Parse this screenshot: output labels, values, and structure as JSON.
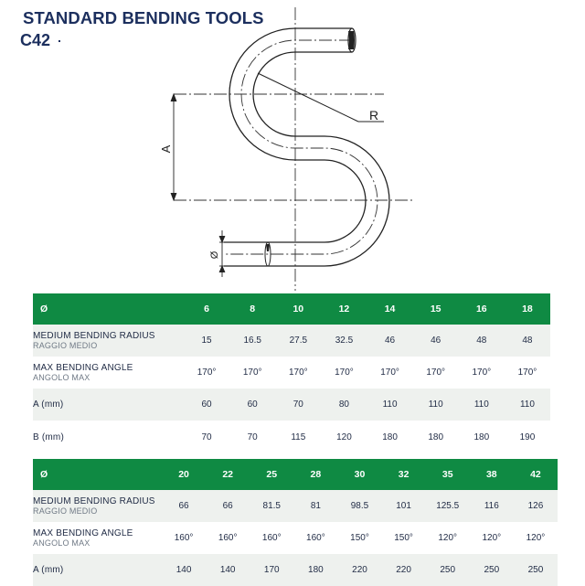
{
  "header": {
    "title": "STANDARD BENDING TOOLS",
    "model": "C42"
  },
  "drawing": {
    "label_a": "A",
    "label_r": "R",
    "label_diameter": "Ø"
  },
  "table1": {
    "header_label": "Ø",
    "columns": [
      "6",
      "8",
      "10",
      "12",
      "14",
      "15",
      "16",
      "18"
    ],
    "rows": [
      {
        "label": "MEDIUM BENDING RADIUS",
        "sublabel": "RAGGIO MEDIO",
        "values": [
          "15",
          "16.5",
          "27.5",
          "32.5",
          "46",
          "46",
          "48",
          "48"
        ]
      },
      {
        "label": "MAX BENDING ANGLE",
        "sublabel": "ANGOLO MAX",
        "values": [
          "170°",
          "170°",
          "170°",
          "170°",
          "170°",
          "170°",
          "170°",
          "170°"
        ]
      },
      {
        "label": "A (mm)",
        "sublabel": "",
        "values": [
          "60",
          "60",
          "70",
          "80",
          "110",
          "110",
          "110",
          "110"
        ]
      },
      {
        "label": "B (mm)",
        "sublabel": "",
        "values": [
          "70",
          "70",
          "115",
          "120",
          "180",
          "180",
          "180",
          "190"
        ]
      }
    ]
  },
  "table2": {
    "header_label": "Ø",
    "columns": [
      "20",
      "22",
      "25",
      "28",
      "30",
      "32",
      "35",
      "38",
      "42"
    ],
    "rows": [
      {
        "label": "MEDIUM BENDING RADIUS",
        "sublabel": "RAGGIO MEDIO",
        "values": [
          "66",
          "66",
          "81.5",
          "81",
          "98.5",
          "101",
          "125.5",
          "116",
          "126"
        ]
      },
      {
        "label": "MAX BENDING ANGLE",
        "sublabel": "ANGOLO MAX",
        "values": [
          "160°",
          "160°",
          "160°",
          "160°",
          "150°",
          "150°",
          "120°",
          "120°",
          "120°"
        ]
      },
      {
        "label": "A (mm)",
        "sublabel": "",
        "values": [
          "140",
          "140",
          "170",
          "180",
          "220",
          "220",
          "250",
          "250",
          "250"
        ]
      }
    ]
  }
}
